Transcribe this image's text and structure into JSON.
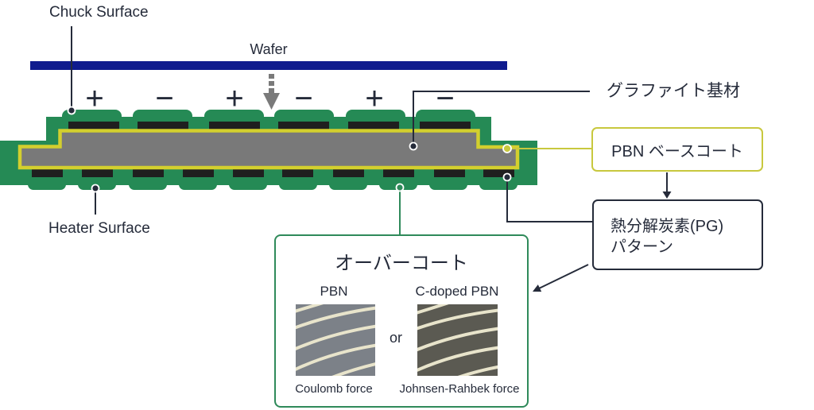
{
  "labels": {
    "chuck_surface": "Chuck Surface",
    "wafer": "Wafer",
    "heater_surface": "Heater Surface",
    "graphite_substrate": "グラファイト基材"
  },
  "electrode_polarity": [
    "+",
    "−",
    "+",
    "−",
    "+",
    "−"
  ],
  "boxes": {
    "pbn_base_coat": "PBN ベースコート",
    "pg_pattern": [
      "熱分解炭素(PG)",
      "パターン"
    ]
  },
  "overcoat": {
    "title": "オーバーコート",
    "separator": "or",
    "options": [
      {
        "material": "PBN",
        "force": "Coulomb force"
      },
      {
        "material": "C-doped PBN",
        "force": "Johnsen-Rahbek force"
      }
    ]
  },
  "icons": {
    "wafer_approach": "dashed-down-arrow-icon",
    "flow_arrow_1": "down-arrow-icon",
    "flow_arrow_2": "diagonal-arrow-icon"
  },
  "colors": {
    "green": "#258a55",
    "yellow": "#d3cf2e",
    "gray": "#797979",
    "navy_wafer": "#0f1b8e",
    "electrode_black": "#1f1f1f",
    "text_dark": "#252b3a",
    "pbn_box_border": "#c8c83e",
    "overcoat_border": "#2f8a5a",
    "pbn_sample": "#7c8188",
    "cdoped_sample": "#5b5a52",
    "sample_stripe": "#e8e4cb",
    "arrow_gray": "#7a7a7a"
  }
}
